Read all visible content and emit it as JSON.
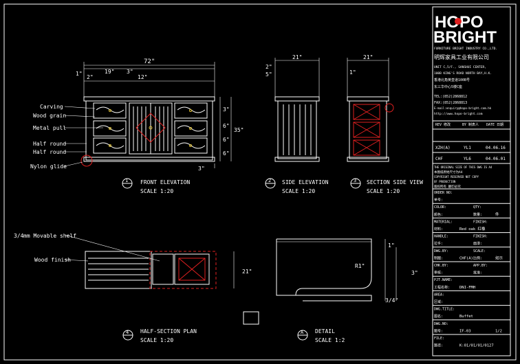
{
  "logo": {
    "word1": "HOPO",
    "word2": "BRIGHT",
    "company_en": "FURNITURE BRIGHT INDUSTRY CO.,LTD.",
    "company_cn": "明辉家具工业有限公司"
  },
  "address": [
    "UNIT C,5/F., SANSHUI CENTER,",
    "100B KING'S ROAD NORTH BAY,H.K.",
    "香港北角英皇道100B号",
    "东三华中心5楼C座",
    "TEL:(852)2868812",
    "FAX:(852)2868813",
    "E-mail:enquiry@hopo-bright.com.hk",
    "http://www.hopo-bright.com"
  ],
  "title_block": {
    "rev_header": [
      "REV 修改",
      "BY 制表人",
      "DATE 日期"
    ],
    "revisions": [
      {
        "rev": "XZH(A)",
        "by": "YL1",
        "date": "04.06.16"
      },
      {
        "rev": "CHF",
        "by": "YL6",
        "date": "04.06.01"
      }
    ],
    "note": [
      "THE ORIGINAL SIZE OF THIS DWG IS A4",
      "本图纸原始尺寸为A4",
      "COPYRIGHT RESERVED NOT COPY",
      "OF PRODUCTION",
      "版权所有 翻印必究"
    ],
    "fields": [
      {
        "label": "ORDER NO:",
        "value": ""
      },
      {
        "label": "单号:",
        "value": ""
      },
      {
        "label": "COLOR:",
        "value": "",
        "label2": "QTY:",
        "value2": ""
      },
      {
        "label": "颜色:",
        "value": "",
        "label2": "数量:",
        "value2": "件"
      },
      {
        "label": "MATERIAL:",
        "value": "",
        "label2": "FINISH:",
        "value2": ""
      },
      {
        "label": "材料:",
        "value": "Red oak 红橡",
        "label2": "",
        "value2": ""
      },
      {
        "label": "HANDLE:",
        "value": "",
        "label2": "FINISH:",
        "value2": ""
      },
      {
        "label": "拉手:",
        "value": "",
        "label2": "面漆:",
        "value2": ""
      },
      {
        "label": "DWG.BY:",
        "value": "",
        "label2": "SCALE:",
        "value2": ""
      },
      {
        "label": "制图:",
        "value": "CHF(A)",
        "label2": "比例:",
        "value2": "如示"
      },
      {
        "label": "CHK.BY:",
        "value": "",
        "label2": "APP.BY:",
        "value2": ""
      },
      {
        "label": "审核:",
        "value": "",
        "label2": "批准:",
        "value2": ""
      },
      {
        "label": "PJT.NAME:",
        "value": ""
      },
      {
        "label": "工程名称:",
        "value": "DNI-FMH"
      },
      {
        "label": "AREA:",
        "value": ""
      },
      {
        "label": "区域:",
        "value": ""
      },
      {
        "label": "DWG.TITLE:",
        "value": ""
      },
      {
        "label": "图名:",
        "value": "Buffet"
      },
      {
        "label": "DWG.NO:",
        "value": ""
      },
      {
        "label": "图号:",
        "value": "IF-03",
        "label2": "",
        "value2": "1/2"
      },
      {
        "label": "FILE:",
        "value": ""
      },
      {
        "label": "路径:",
        "value": "K:01/01/01/0127"
      }
    ]
  },
  "views": [
    {
      "num": "1",
      "title": "FRONT ELEVATION",
      "scale": "SCALE 1:20"
    },
    {
      "num": "2",
      "title": "SIDE ELEVATION",
      "scale": "SCALE 1:20"
    },
    {
      "num": "3",
      "title": "SECTION SIDE VIEW",
      "scale": "SCALE 1:20"
    },
    {
      "num": "4",
      "title": "HALF-SECTION PLAN",
      "scale": "SCALE 1:20"
    },
    {
      "num": "A",
      "title": "DETAIL",
      "scale": "SCALE 1:2"
    }
  ],
  "annotations": {
    "carving": "Carving",
    "wood_grain": "Wood grain",
    "metal_pull": "Metal pull",
    "half_round_1": "Half round",
    "half_round_2": "Half round",
    "nylon_glide": "Nylon glide",
    "movable_shelf": "mm Movable shelf",
    "wood_finish": "Wood finish",
    "detail_ref": "A"
  },
  "dimensions": {
    "front_width": "72\"",
    "front_top_1": "2\"",
    "front_top_2": "19\"",
    "front_top_3": "3\"",
    "front_top_4": "12\"",
    "front_left": "1\"",
    "front_right_a": "3\"",
    "front_right_b": "6\"",
    "front_right_c": "6\"",
    "front_right_d": "6\"",
    "front_right_total": "35\"",
    "front_bottom": "3\"",
    "side_width": "21\"",
    "side_top_a": "2\"",
    "side_top_b": "5\"",
    "section_width": "21\"",
    "section_top": "1\"",
    "plan_depth": "21\"",
    "shelf_fraction": "3/4",
    "detail_a": "1\"",
    "detail_b": "3/4\"",
    "detail_height": "3\"",
    "detail_r": "R1\""
  },
  "colors": {
    "background": "#000000",
    "line": "#ffffff",
    "accent": "#e02020",
    "highlight": "#e0c030"
  }
}
